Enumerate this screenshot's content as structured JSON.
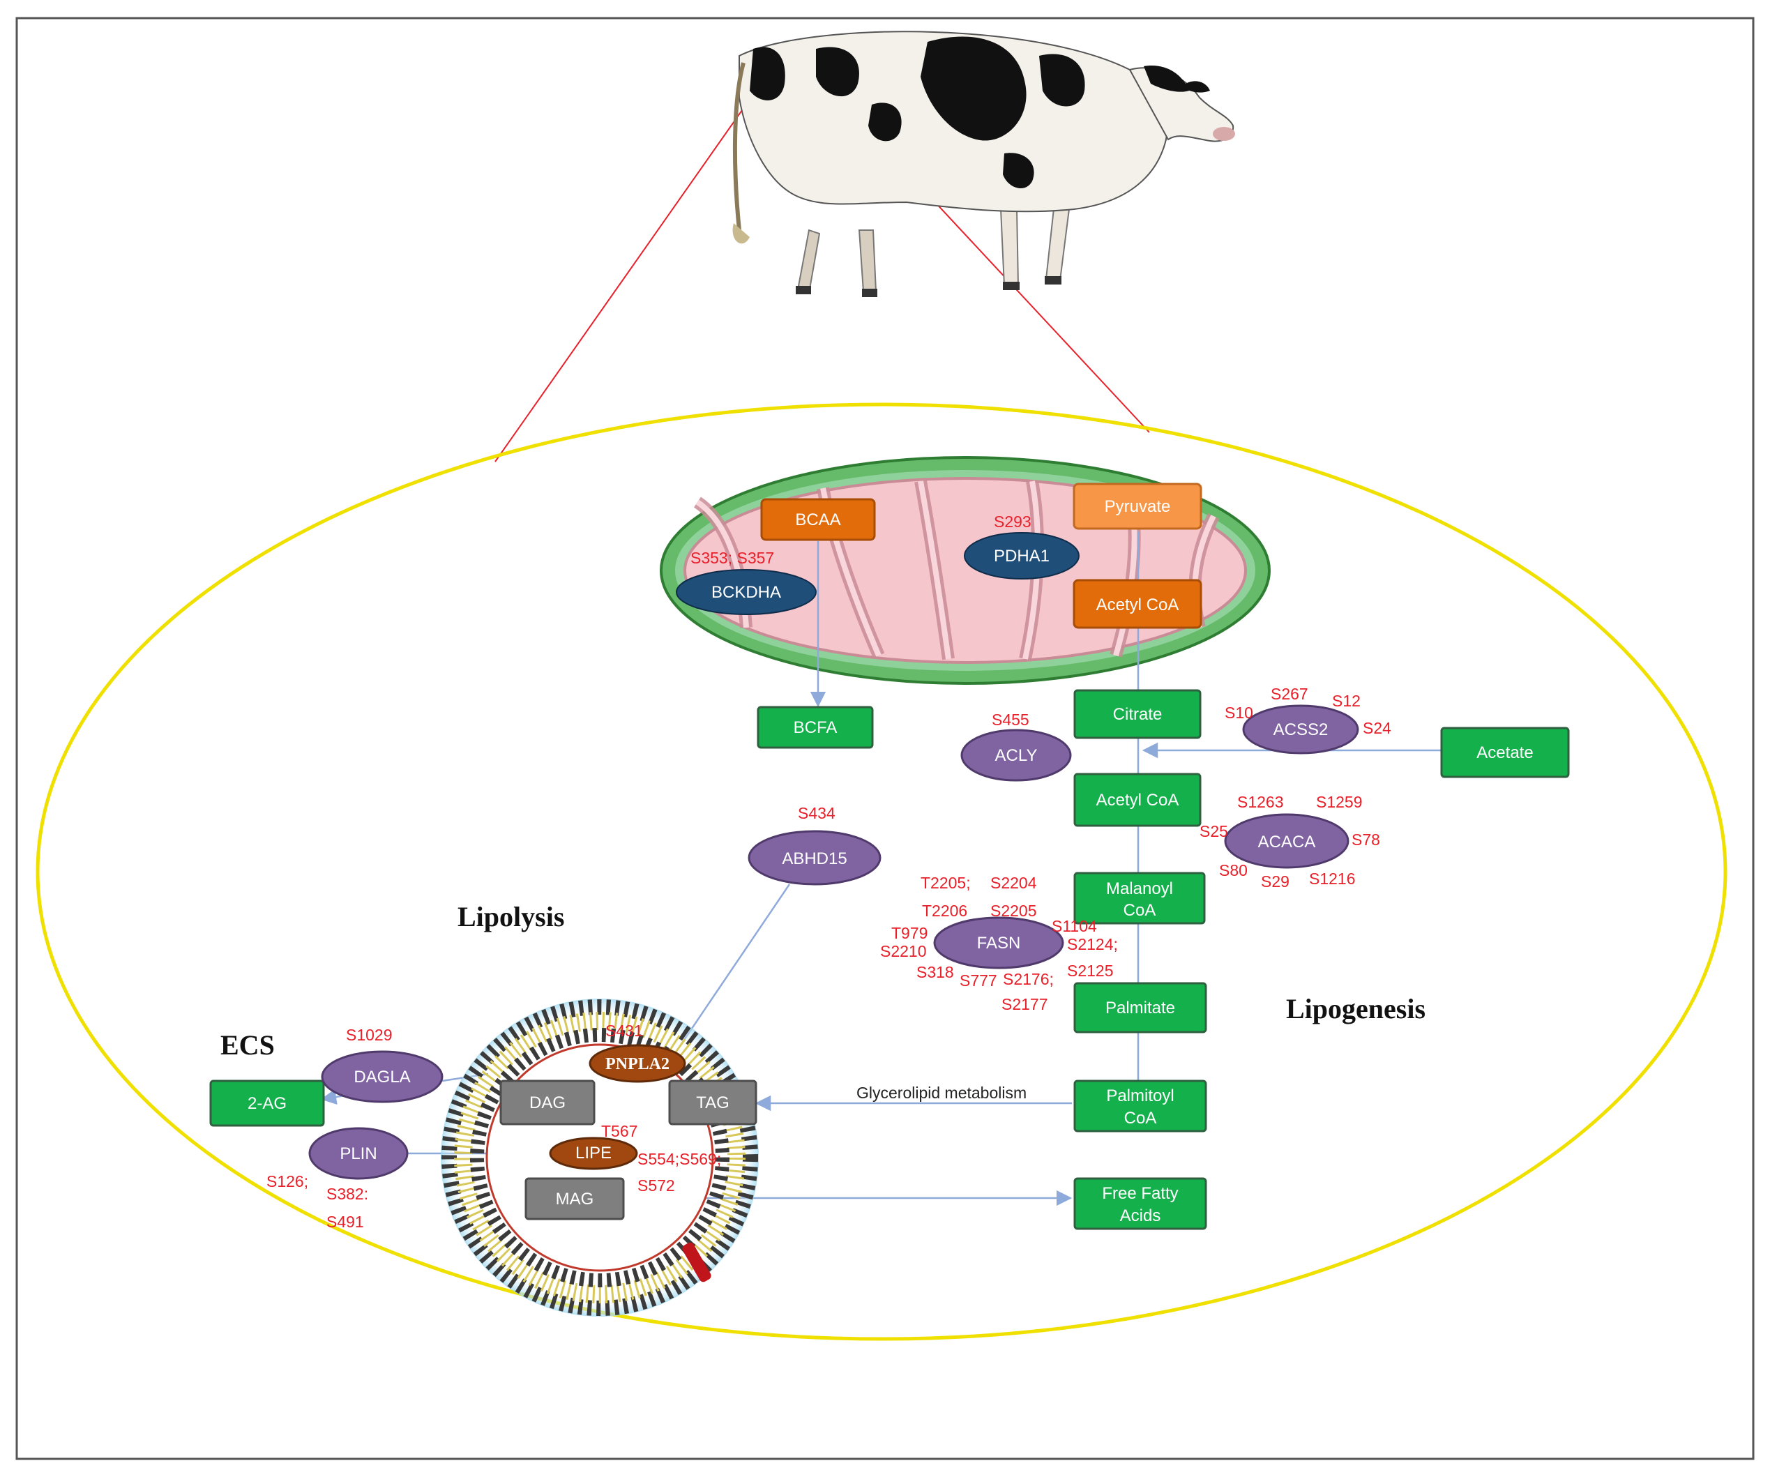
{
  "labels": {
    "lipolysis": "Lipolysis",
    "lipogenesis": "Lipogenesis",
    "ecs": "ECS",
    "glycerolipid": "Glycerolipid metabolism"
  },
  "metabolites": {
    "bcaa": "BCAA",
    "pyruvate": "Pyruvate",
    "acetyl_coa_mito": "Acetyl CoA",
    "bcfa": "BCFA",
    "citrate": "Citrate",
    "acetate": "Acetate",
    "acetyl_coa": "Acetyl CoA",
    "malonyl_coa": [
      "Malanoyl",
      "CoA"
    ],
    "palmitate": "Palmitate",
    "palmitoyl_coa": [
      "Palmitoyl",
      "CoA"
    ],
    "free_fatty_acids": [
      "Free Fatty",
      "Acids"
    ],
    "two_ag": "2-AG",
    "dag": "DAG",
    "tag": "TAG",
    "mag": "MAG"
  },
  "enzymes": {
    "bckdha": "BCKDHA",
    "pdha1": "PDHA1",
    "acly": "ACLY",
    "acss2": "ACSS2",
    "abhd15": "ABHD15",
    "acaca": "ACACA",
    "fasn": "FASN",
    "dagla": "DAGLA",
    "plin": "PLIN",
    "pnpla2": "PNPLA2",
    "lipe": "LIPE"
  },
  "sites": {
    "bckdha": "S353; S357",
    "pdha1": "S293",
    "acly": "S455",
    "acss2": [
      "S267",
      "S12",
      "S10",
      "S24"
    ],
    "abhd15": "S434",
    "acaca": [
      "S1263",
      "S1259",
      "S25",
      "S78",
      "S80",
      "S29",
      "S1216"
    ],
    "fasn": [
      "T2205;",
      "S2204",
      "T2206",
      "S2205",
      "T979",
      "S1104",
      "S2210",
      "S2124;",
      "S318",
      "S777",
      "S2176;",
      "S2125",
      "S2177"
    ],
    "dagla": "S1029",
    "plin": [
      "S126;",
      "S382:",
      "S491"
    ],
    "pnpla2": "S431",
    "lipe": [
      "T567",
      "S554;S569;",
      "S572"
    ]
  },
  "colors": {
    "site_red": "#e8202a",
    "green_box": "#14b04c",
    "orange_box": "#e36c0a",
    "light_orange_box": "#f79646",
    "purple_enzyme": "#8064a2",
    "navy_enzyme": "#1f4e79",
    "brown_enzyme": "#a0480f",
    "grey_box": "#7f7f7f",
    "cell_outline": "#f0e000",
    "arrow_blue": "#8eaadb"
  },
  "icons": [
    "cow-illustration",
    "mitochondrion-icon",
    "lipid-droplet-icon"
  ]
}
